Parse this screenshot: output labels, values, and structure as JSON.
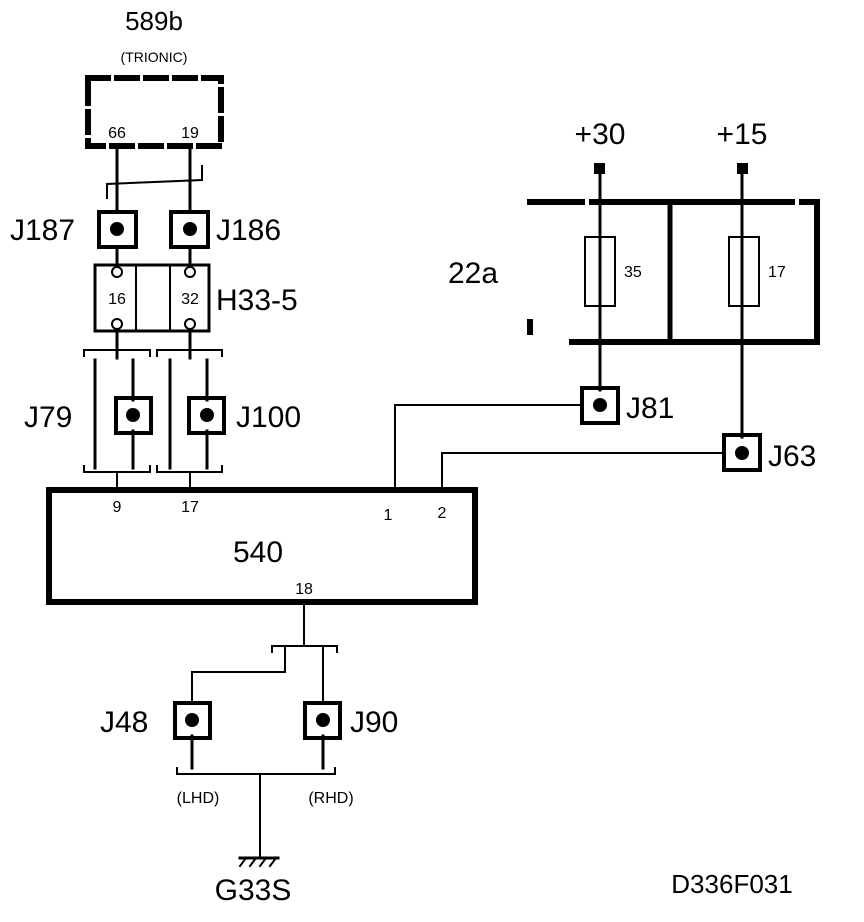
{
  "diagram": {
    "code": "D336F031",
    "components": {
      "trionic_id": "589b",
      "trionic_name": "(TRIONIC)",
      "trionic_pin_a": "66",
      "trionic_pin_b": "19",
      "ecu_id": "540",
      "ecu_pin_9": "9",
      "ecu_pin_17": "17",
      "ecu_pin_1": "1",
      "ecu_pin_2": "2",
      "ecu_pin_18": "18",
      "fusebox_id": "22a",
      "fuse_35": "35",
      "fuse_17": "17",
      "connector_block_id": "H33-5",
      "connector_block_pin_a": "16",
      "connector_block_pin_b": "32"
    },
    "connectors": {
      "J187": "J187",
      "J186": "J186",
      "J79": "J79",
      "J100": "J100",
      "J81": "J81",
      "J63": "J63",
      "J48": "J48",
      "J90": "J90"
    },
    "supplies": {
      "plus30": "+30",
      "plus15": "+15"
    },
    "ground": {
      "id": "G33S",
      "lhd": "(LHD)",
      "rhd": "(RHD)"
    }
  }
}
